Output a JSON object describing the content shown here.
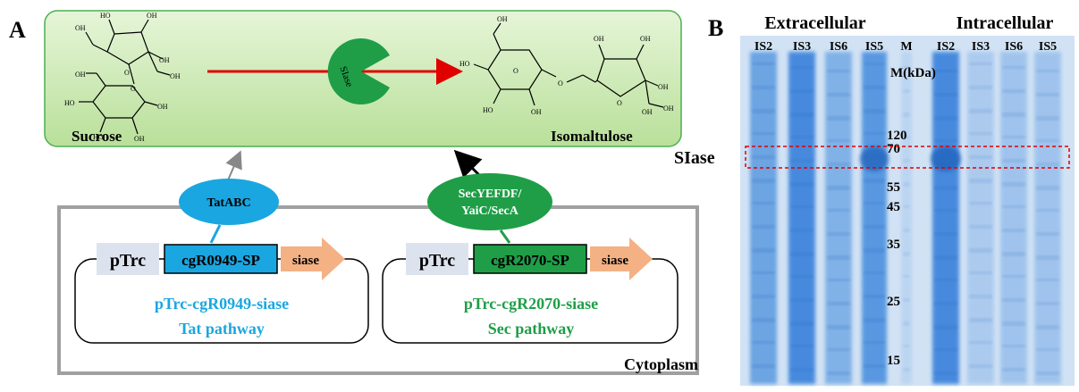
{
  "panel_a": {
    "letter": "A",
    "sucrose_label": "Sucrose",
    "isomaltulose_label": "Isomaltulose",
    "enzyme_label": "SIase",
    "hydroxyl": "OH",
    "ring_oxygen": "O",
    "ho": "HO",
    "tat_transporter": "TatABC",
    "sec_transporter_line1": "SecYEFDF/",
    "sec_transporter_line2": "YaiC/SecA",
    "cytoplasm_label": "Cytoplasm",
    "plasmid_left": {
      "promoter": "pTrc",
      "signal_peptide": "cgR0949-SP",
      "gene": "siase",
      "name": "pTrc-cgR0949-siase",
      "pathway": "Tat pathway"
    },
    "plasmid_right": {
      "promoter": "pTrc",
      "signal_peptide": "cgR2070-SP",
      "gene": "siase",
      "name": "pTrc-cgR2070-siase",
      "pathway": "Sec pathway"
    },
    "colors": {
      "tat_blue": "#1aa6e0",
      "sec_green": "#1f9e47",
      "gene_orange": "#f4b183",
      "promoter_gray": "#dde3ee",
      "green_box": "#c9e8b0",
      "red_arrow": "#e00000"
    }
  },
  "panel_b": {
    "letter": "B",
    "group_extracellular": "Extracellular",
    "group_intracellular": "Intracellular",
    "lanes": [
      "IS2",
      "IS3",
      "IS6",
      "IS5",
      "M",
      "IS2",
      "IS3",
      "IS6",
      "IS5"
    ],
    "marker_unit": "M(kDa)",
    "markers": [
      "120",
      "70",
      "55",
      "45",
      "35",
      "25",
      "15"
    ],
    "band_label": "SIase"
  }
}
